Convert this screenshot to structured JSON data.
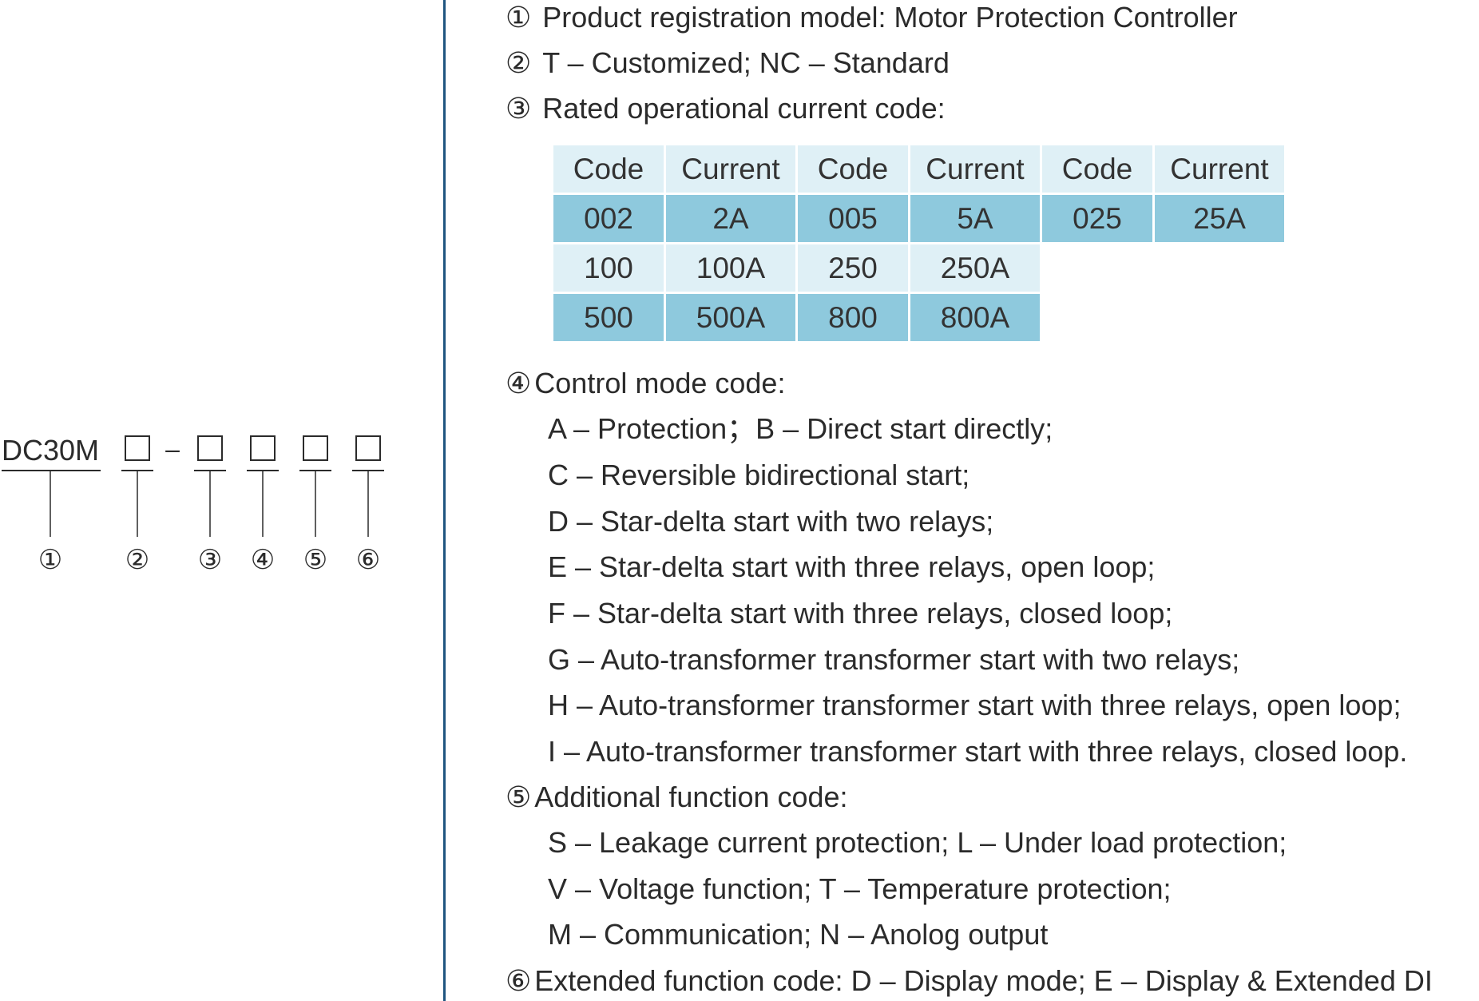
{
  "diagram": {
    "model": "DC30M",
    "dash": "–",
    "markers": [
      "①",
      "②",
      "③",
      "④",
      "⑤",
      "⑥"
    ]
  },
  "items": {
    "item1": {
      "num": "①",
      "text": "Product registration model:  Motor Protection Controller"
    },
    "item2": {
      "num": "②",
      "text": "T – Customized; NC – Standard"
    },
    "item3": {
      "num": "③",
      "text": "Rated operational current code:"
    },
    "item4": {
      "num": "④",
      "text": "Control mode code:",
      "lines": [
        "A – Protection；B – Direct start directly;",
        "C – Reversible bidirectional start;",
        "D – Star-delta start with two relays;",
        "E – Star-delta start with three relays, open loop;",
        "F – Star-delta start with three relays, closed loop;",
        "G – Auto-transformer transformer start with two relays;",
        "H – Auto-transformer transformer start with three relays, open loop;",
        "I  – Auto-transformer transformer start with three relays, closed loop."
      ]
    },
    "item5": {
      "num": "⑤",
      "text": "Additional function code:",
      "lines": [
        "S – Leakage current protection; L – Under load protection;",
        "V – Voltage function; T – Temperature protection;",
        "M – Communication; N – Anolog output"
      ]
    },
    "item6": {
      "num": "⑥",
      "text": "Extended function code: D – Display mode; E – Display & Extended DI"
    }
  },
  "table": {
    "headers": [
      "Code",
      "Current",
      "Code",
      "Current",
      "Code",
      "Current"
    ],
    "rows": [
      [
        "002",
        "2A",
        "005",
        "5A",
        "025",
        "25A"
      ],
      [
        "100",
        "100A",
        "250",
        "250A",
        "",
        ""
      ],
      [
        "500",
        "500A",
        "800",
        "800A",
        "",
        ""
      ]
    ]
  },
  "colors": {
    "text": "#2b2b2b",
    "divider": "#1f5580",
    "row_light": "#dff0f6",
    "row_dark": "#8ec9dd"
  }
}
